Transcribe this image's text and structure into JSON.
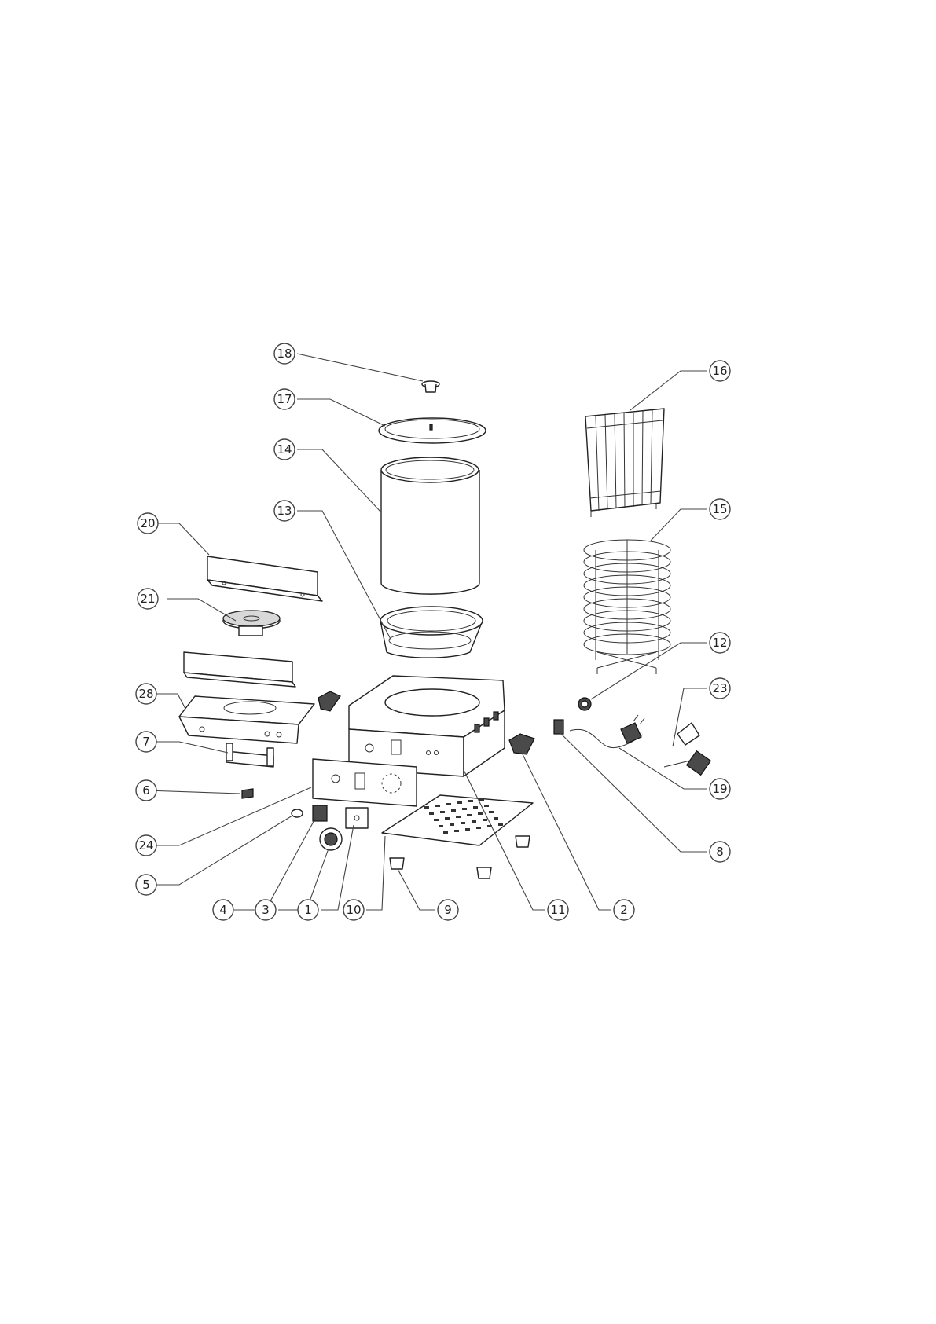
{
  "diagram": {
    "callouts": [
      {
        "id": "c18",
        "label": "18"
      },
      {
        "id": "c17",
        "label": "17"
      },
      {
        "id": "c14",
        "label": "14"
      },
      {
        "id": "c13",
        "label": "13"
      },
      {
        "id": "c16",
        "label": "16"
      },
      {
        "id": "c15",
        "label": "15"
      },
      {
        "id": "c20",
        "label": "20"
      },
      {
        "id": "c21",
        "label": "21"
      },
      {
        "id": "c28",
        "label": "28"
      },
      {
        "id": "c7",
        "label": "7"
      },
      {
        "id": "c6",
        "label": "6"
      },
      {
        "id": "c24",
        "label": "24"
      },
      {
        "id": "c5",
        "label": "5"
      },
      {
        "id": "c4",
        "label": "4"
      },
      {
        "id": "c3",
        "label": "3"
      },
      {
        "id": "c1",
        "label": "1"
      },
      {
        "id": "c10",
        "label": "10"
      },
      {
        "id": "c9",
        "label": "9"
      },
      {
        "id": "c11",
        "label": "11"
      },
      {
        "id": "c2",
        "label": "2"
      },
      {
        "id": "c12",
        "label": "12"
      },
      {
        "id": "c23",
        "label": "23"
      },
      {
        "id": "c19",
        "label": "19"
      },
      {
        "id": "c8",
        "label": "8"
      }
    ]
  }
}
